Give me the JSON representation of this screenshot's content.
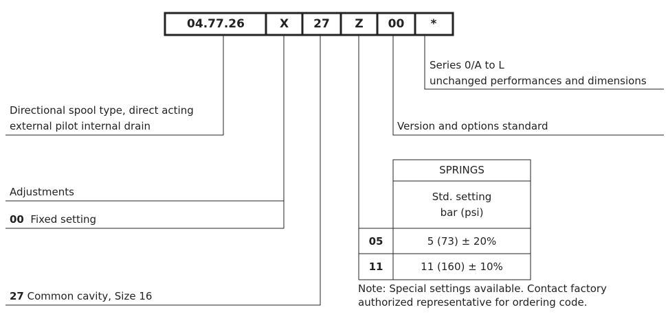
{
  "code": {
    "segments": [
      "04.77.26",
      "X",
      "27",
      "Z",
      "00",
      "*"
    ]
  },
  "labels": {
    "spool": [
      "Directional spool type, direct acting",
      "external pilot internal drain"
    ],
    "adjustments_title": "Adjustments",
    "adjustments_code": "00",
    "adjustments_desc": "Fixed setting",
    "cavity_code": "27",
    "cavity_desc": "Common cavity, Size 16",
    "series": [
      "Series 0/A to L",
      "unchanged performances and dimensions"
    ],
    "version": "Version and options standard",
    "note": [
      "Note: Special settings available. Contact factory",
      "authorized representative for ordering code."
    ]
  },
  "springs_table": {
    "title": "SPRINGS",
    "subheader": [
      "Std. setting",
      "bar (psi)"
    ],
    "rows": [
      {
        "code": "05",
        "value": "5 (73) ± 20%"
      },
      {
        "code": "11",
        "value": "11 (160) ± 10%"
      }
    ]
  }
}
